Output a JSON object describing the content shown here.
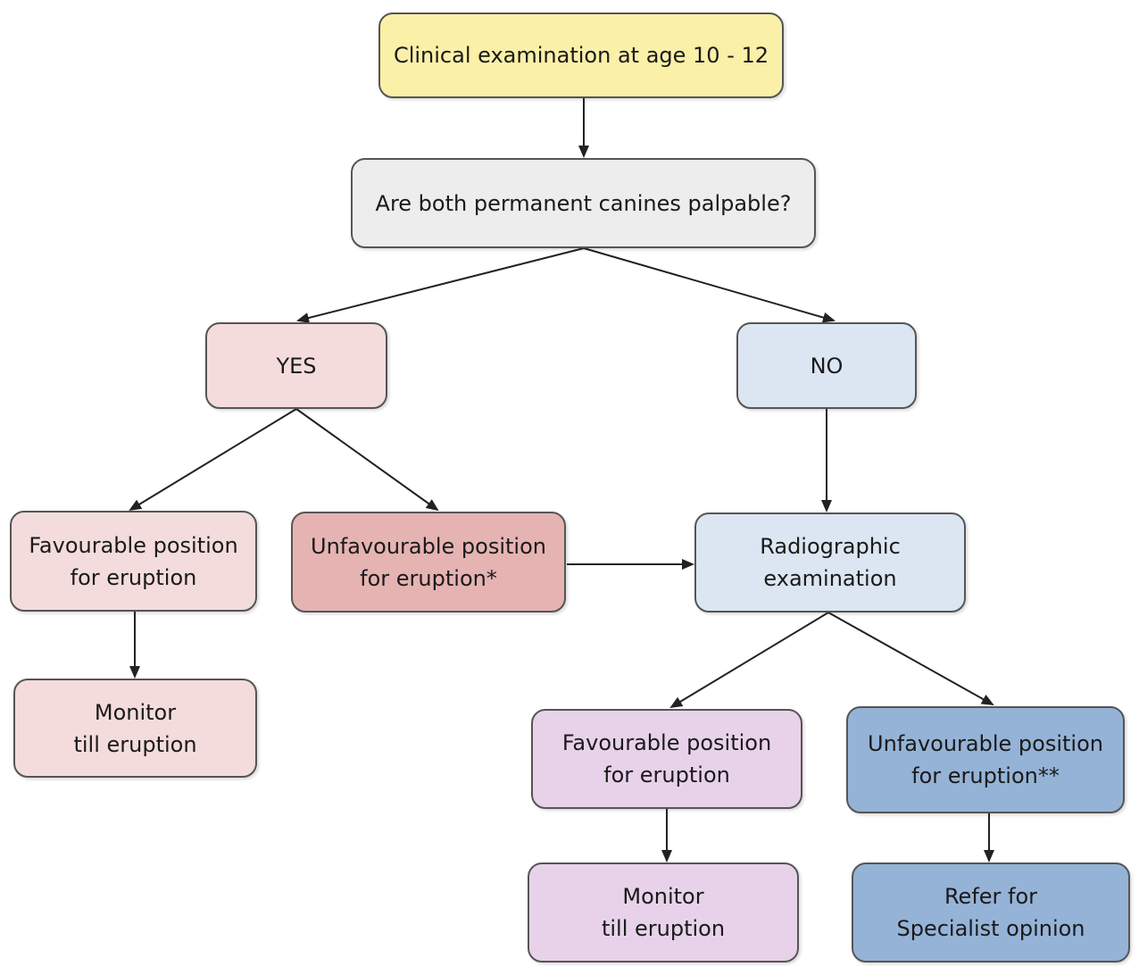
{
  "flowchart": {
    "start": "Clinical examination at age 10  - 12",
    "question": "Are both permanent canines palpable?",
    "yes": "YES",
    "no": "NO",
    "yes_favourable": "Favourable position\nfor eruption",
    "yes_unfavourable": "Unfavourable position\nfor eruption*",
    "yes_monitor": "Monitor\ntill eruption",
    "radiographic": "Radiographic\nexamination",
    "radio_favourable": "Favourable position\nfor eruption",
    "radio_unfavourable": "Unfavourable position\nfor eruption**",
    "radio_monitor": "Monitor\ntill eruption",
    "refer": "Refer for\nSpecialist opinion"
  },
  "colors": {
    "start": "#faf0a8",
    "question": "#ecedec",
    "yes_branch": "#f4dcdc",
    "unfavourable_clinical": "#e6b3b3",
    "no_branch": "#dce6f2",
    "radio_favourable_branch": "#e8d2ea",
    "radio_unfavourable_branch": "#95b3d7",
    "border": "#555555",
    "arrow": "#222222"
  }
}
